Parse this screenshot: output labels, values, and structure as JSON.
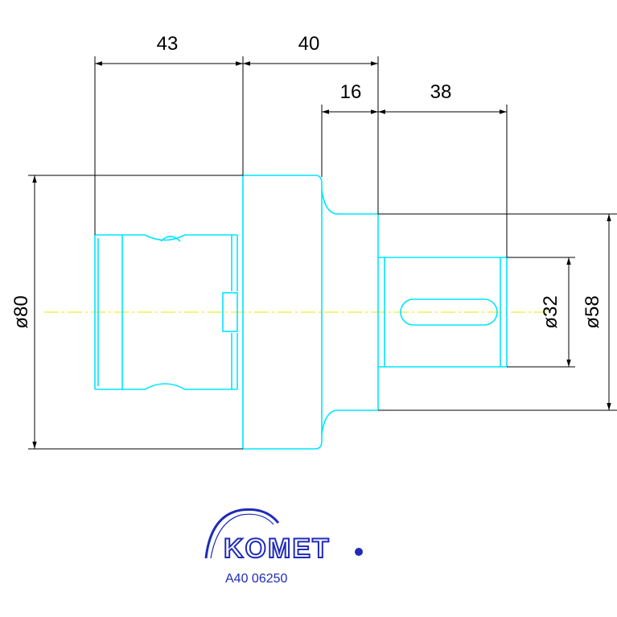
{
  "dimensions": {
    "length_43": "43",
    "length_40": "40",
    "length_16": "16",
    "length_38": "38",
    "diameter_80": "ø80",
    "diameter_32": "ø32",
    "diameter_58": "ø58"
  },
  "logo": {
    "brand": "KOMET"
  },
  "part_number": "A40 06250",
  "colors": {
    "outline": "#00e5ff",
    "dimension": "#000000",
    "centerline": "#e8e800",
    "brand": "#1f2bb8"
  }
}
